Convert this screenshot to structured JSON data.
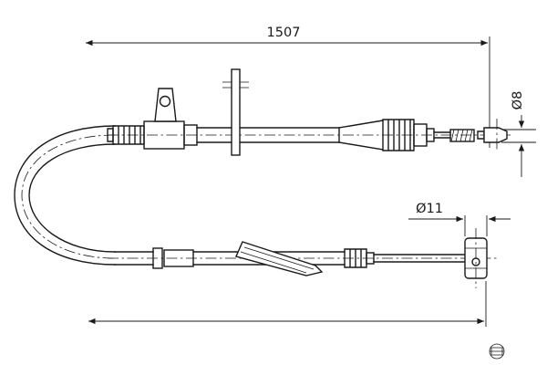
{
  "dimensions": {
    "overall_length": "1507",
    "end_diameter_top": "Ø8",
    "end_diameter_bottom": "Ø11"
  },
  "colors": {
    "line": "#1a1a1a",
    "background": "#ffffff"
  },
  "icons": {
    "logo": "manufacturer-emblem-icon"
  }
}
